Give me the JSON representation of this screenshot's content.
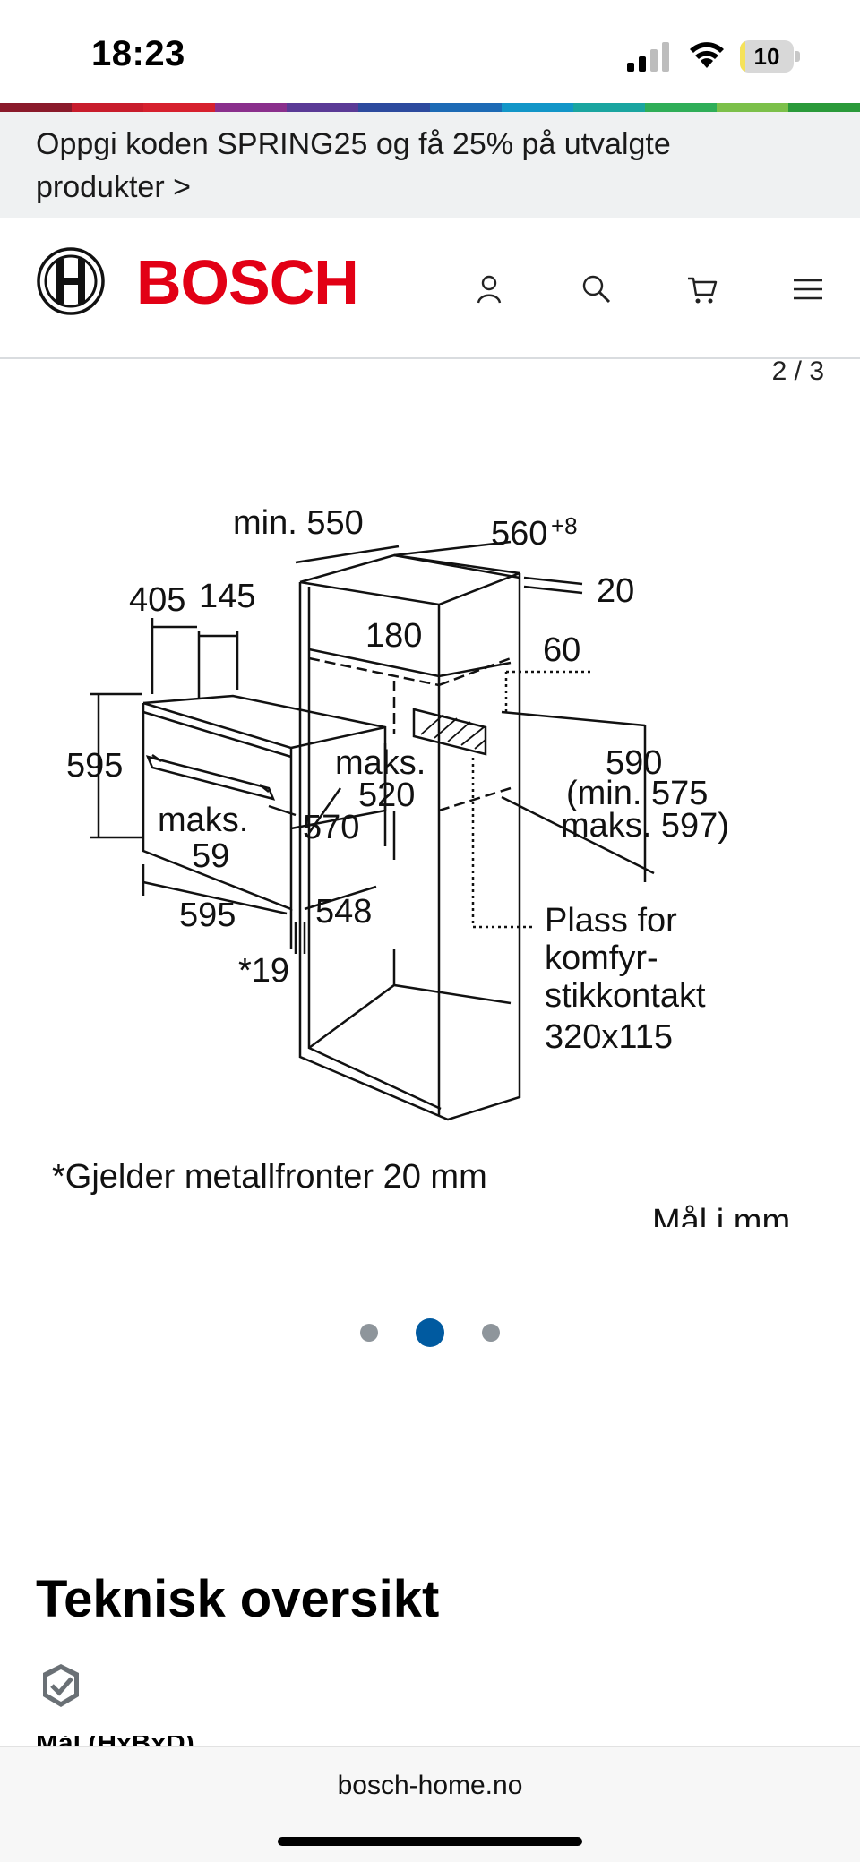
{
  "status_bar": {
    "time": "18:23",
    "battery": "10",
    "battery_level": 0.1
  },
  "rainbow_colors": [
    "#8a1a2a",
    "#c81c2c",
    "#d6202e",
    "#8a2f8c",
    "#5a3a96",
    "#2c4a9e",
    "#1d6ab5",
    "#1296c8",
    "#1aa5a0",
    "#2fae58",
    "#7cc04a",
    "#2a9a3a"
  ],
  "promo": {
    "text": "Oppgi koden SPRING25 og få 25% på utvalgte produkter >"
  },
  "header": {
    "brand": "BOSCH",
    "brand_color": "#e20015",
    "icons": [
      "user-icon",
      "search-icon",
      "cart-icon",
      "menu-icon"
    ]
  },
  "gallery": {
    "counter": "2 / 3",
    "dots_count": 3,
    "active_dot": 2,
    "active_color": "#005aa0",
    "inactive_color": "#8e959b"
  },
  "drawing": {
    "min550": "min. 550",
    "w560": "560",
    "w560_sup": "+8",
    "d20": "20",
    "d405": "405",
    "d145": "145",
    "d180": "180",
    "d60": "60",
    "h595": "595",
    "maks520_a": "maks.",
    "maks520_b": "520",
    "d590": "590",
    "min575": "(min.  575",
    "maks597": "maks. 597)",
    "maks59_a": "maks.",
    "maks59_b": "59",
    "d570": "570",
    "w595": "595",
    "d548": "548",
    "star19": "*19",
    "socket_1": "Plass for",
    "socket_2": "komfyr-",
    "socket_3": "stikkontakt",
    "socket_4": "320x115",
    "note": "*Gjelder metallfronter 20 mm",
    "unit": "Mål i mm"
  },
  "technical": {
    "title": "Teknisk oversikt",
    "icon": "check-shield-icon",
    "partial_label": "Mål (HxBxD)"
  },
  "browser": {
    "url": "bosch-home.no"
  }
}
